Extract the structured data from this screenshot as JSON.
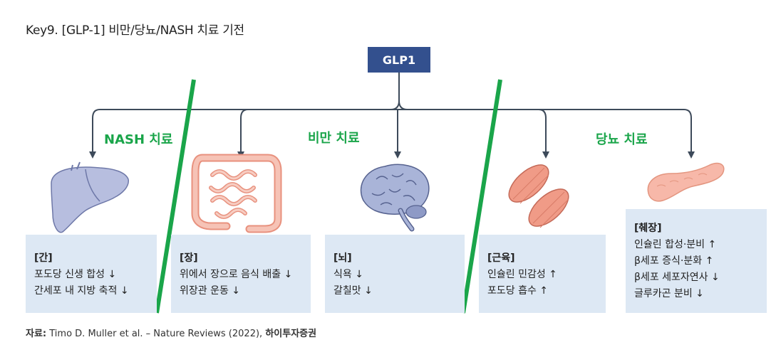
{
  "title": "Key9. [GLP-1] 비만/당뇨/NASH 치료 기전",
  "hub_label": "GLP1",
  "categories": {
    "nash": "NASH 치료",
    "obesity": "비만 치료",
    "diabetes": "당뇨 치료"
  },
  "organs": {
    "liver": {
      "header": "[간]",
      "lines": [
        "포도당 신생 합성 ↓",
        "간세포 내 지방 축적 ↓"
      ]
    },
    "intestine": {
      "header": "[장]",
      "lines": [
        "위에서 장으로 음식 배출 ↓",
        "위장관 운동 ↓"
      ]
    },
    "brain": {
      "header": "[뇌]",
      "lines": [
        "식욕 ↓",
        "갈칠맛 ↓"
      ]
    },
    "muscle": {
      "header": "[근육]",
      "lines": [
        "인슐린 민감성 ↑",
        "포도당 흡수 ↑"
      ]
    },
    "pancreas": {
      "header": "[췌장]",
      "lines": [
        "인슐린 합성·분비 ↑",
        "β세포 증식·분화 ↑",
        "β세포 세포자연사 ↓",
        "글루카곤 분비 ↓"
      ]
    }
  },
  "source": {
    "label": "자료:",
    "text": "Timo D. Muller et al. – Nature Reviews (2022),",
    "org": "하이투자증권"
  },
  "colors": {
    "hub": "#33508e",
    "category": "#1aa54a",
    "box": "#dde8f4",
    "arrow": "#3d4a5a",
    "liver": "#b7bedf",
    "intestine": "#f3b2a3",
    "brain": "#a9b4d8",
    "muscle": "#f09b87",
    "pancreas": "#f7b8a9"
  }
}
